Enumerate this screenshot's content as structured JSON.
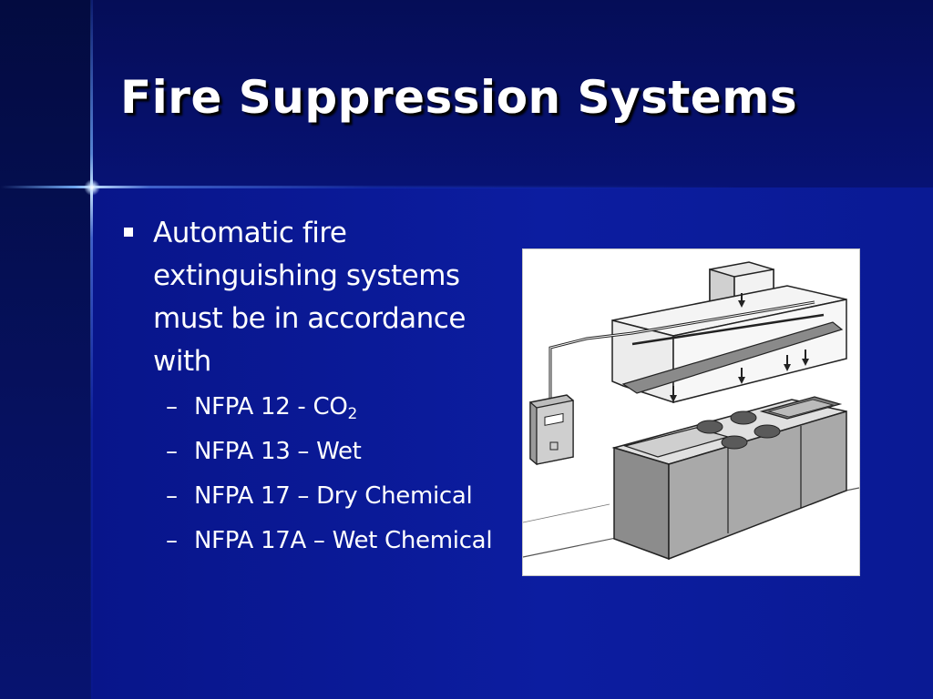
{
  "slide": {
    "title": "Fire Suppression Systems",
    "bullet": {
      "text": "Automatic fire extinguishing systems must be in accordance with",
      "sub_items": [
        {
          "dash": "–",
          "text": "NFPA 12 - CO",
          "subscript": "2"
        },
        {
          "dash": "–",
          "text": "NFPA 13 – Wet"
        },
        {
          "dash": "–",
          "text": "NFPA 17 – Dry Chemical"
        },
        {
          "dash": "–",
          "text": "NFPA 17A – Wet Chemical"
        }
      ]
    },
    "figure_icon": "kitchen-hood-suppression-diagram"
  },
  "colors": {
    "background": "#0c1da0",
    "title_band": "#06106a",
    "text": "#ffffff",
    "accent_line": "#bcdcff"
  }
}
